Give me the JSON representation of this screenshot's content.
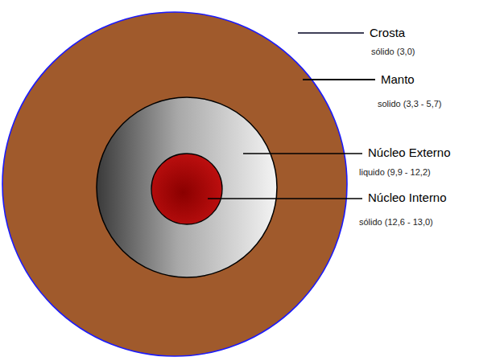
{
  "diagram": {
    "labels": [
      "Crosta",
      "sólido (3,0)",
      "Manto",
      "solido (3,3 - 5,7)",
      "Núcleo Externo",
      "liquido (9,9 - 12,2)",
      "Núcleo Interno",
      "sólido (12,6 - 13,0)"
    ]
  }
}
